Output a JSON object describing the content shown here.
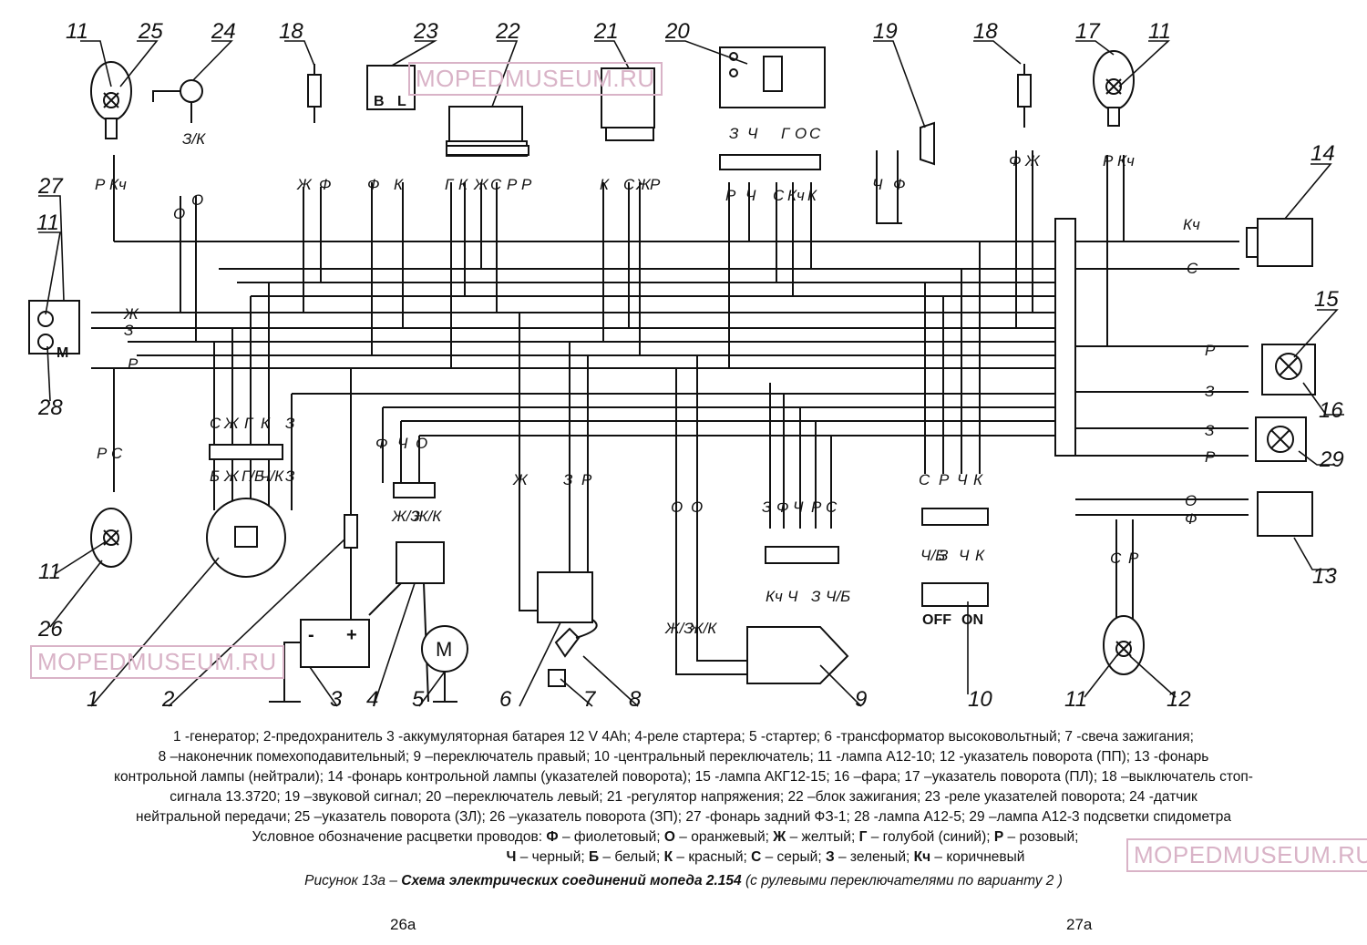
{
  "watermark": "MOPEDMUSEUM.RU",
  "component_numbers": [
    "1",
    "2",
    "3",
    "4",
    "5",
    "6",
    "7",
    "8",
    "9",
    "10",
    "11",
    "12",
    "13",
    "14",
    "15",
    "16",
    "17",
    "18",
    "19",
    "20",
    "21",
    "22",
    "23",
    "24",
    "25",
    "26",
    "27",
    "28",
    "29"
  ],
  "terminal_labels": {
    "battery_minus": "-",
    "battery_plus": "+",
    "starter_motor": "M",
    "relay_b": "B",
    "relay_l": "L",
    "lamp_m": "M",
    "switch_off": "OFF",
    "switch_on": "ON"
  },
  "wire_labels": {
    "z_k": "З/К",
    "o": "О",
    "r": "Р",
    "kch": "Кч",
    "zh": "Ж",
    "f": "Ф",
    "k": "К",
    "g": "Г",
    "s": "С",
    "z": "З",
    "ch": "Ч",
    "b": "Б",
    "ch_k": "Ч/К",
    "g_b": "Г/Б",
    "zh_z": "Ж/З",
    "zh_k": "Ж/К",
    "ch_b": "Ч/Б"
  },
  "legend_lines": [
    "1 -генератор; 2-предохранитель 3 -аккумуляторная батарея 12 V 4Ah; 4-реле стартера; 5 -стартер; 6 -трансформатор высоковольтный; 7 -свеча зажигания;",
    "8 –наконечник помехоподавительный; 9 –переключатель правый; 10 -центральный переключатель; 11 -лампа А12-10; 12 -указатель поворота (ПП); 13 -фонарь",
    "контрольной лампы (нейтрали); 14 -фонарь контрольной лампы (указателей поворота); 15 -лампа АКГ12-15; 16 –фара; 17 –указатель поворота (ПЛ); 18 –выключатель стоп-",
    "сигнала 13.3720; 19 –звуковой сигнал; 20 –переключатель левый; 21 -регулятор напряжения; 22 –блок зажигания; 23 -реле указателей поворота; 24 -датчик",
    "нейтральной передачи; 25 –указатель поворота (ЗЛ); 26 –указатель поворота (ЗП); 27 -фонарь задний ФЗ-1; 28 -лампа А12-5; 29 –лампа А12-3 подсветки спидометра"
  ],
  "color_code": {
    "title": "Условное обозначение расцветки проводов:",
    "line1": [
      {
        "code": "Ф",
        "name": "фиолетовый"
      },
      {
        "code": "О",
        "name": "оранжевый"
      },
      {
        "code": "Ж",
        "name": "желтый"
      },
      {
        "code": "Г",
        "name": "голубой (синий)"
      },
      {
        "code": "Р",
        "name": "розовый"
      }
    ],
    "line2": [
      {
        "code": "Ч",
        "name": "черный"
      },
      {
        "code": "Б",
        "name": "белый"
      },
      {
        "code": "К",
        "name": "красный"
      },
      {
        "code": "С",
        "name": "серый"
      },
      {
        "code": "З",
        "name": "зеленый"
      },
      {
        "code": "Кч",
        "name": "коричневый"
      }
    ]
  },
  "caption": {
    "prefix": "Рисунок 13а –",
    "title": "Схема электрических соединений мопеда 2.154",
    "suffix": "(с рулевыми переключателями по варианту 2 )"
  },
  "page_numbers": [
    "26а",
    "27а"
  ]
}
